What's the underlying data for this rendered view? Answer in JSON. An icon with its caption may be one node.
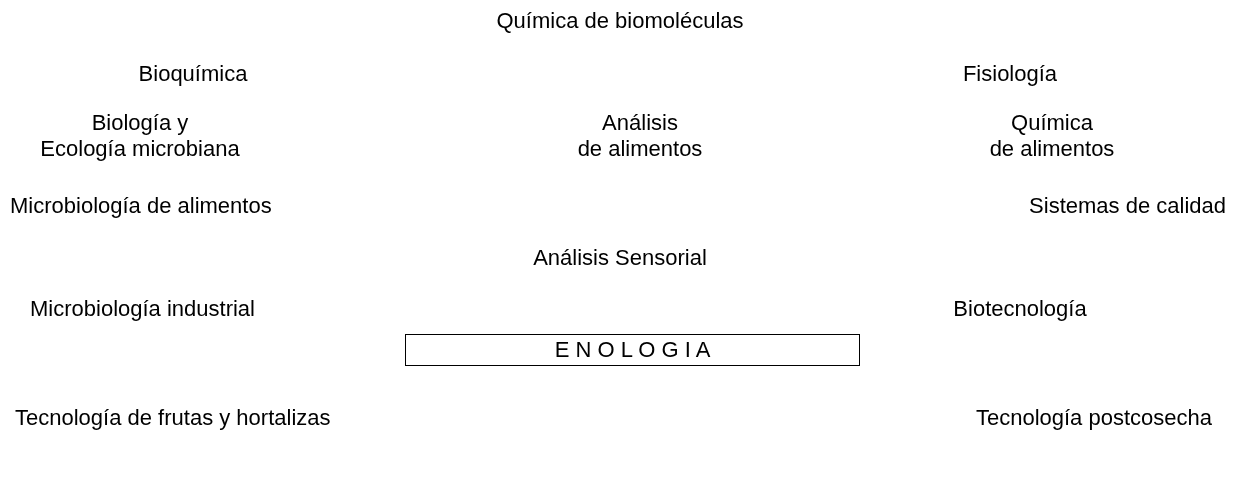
{
  "diagram": {
    "nodes": [
      {
        "text": [
          "E N O L O G I A"
        ]
      }
    ],
    "labels": [
      "Química de biomoléculas",
      "Bioquímica",
      "Fisiología",
      "Biología y Ecología microbiana",
      "Análisis de alimentos",
      "Química de alimentos",
      "Microbiología de alimentos",
      "Sistemas de calidad",
      "Análisis Sensorial",
      "Microbiología industrial",
      "Biotecnología",
      "Tecnología de frutas y hortalizas",
      "Tecnología postcosecha"
    ]
  }
}
